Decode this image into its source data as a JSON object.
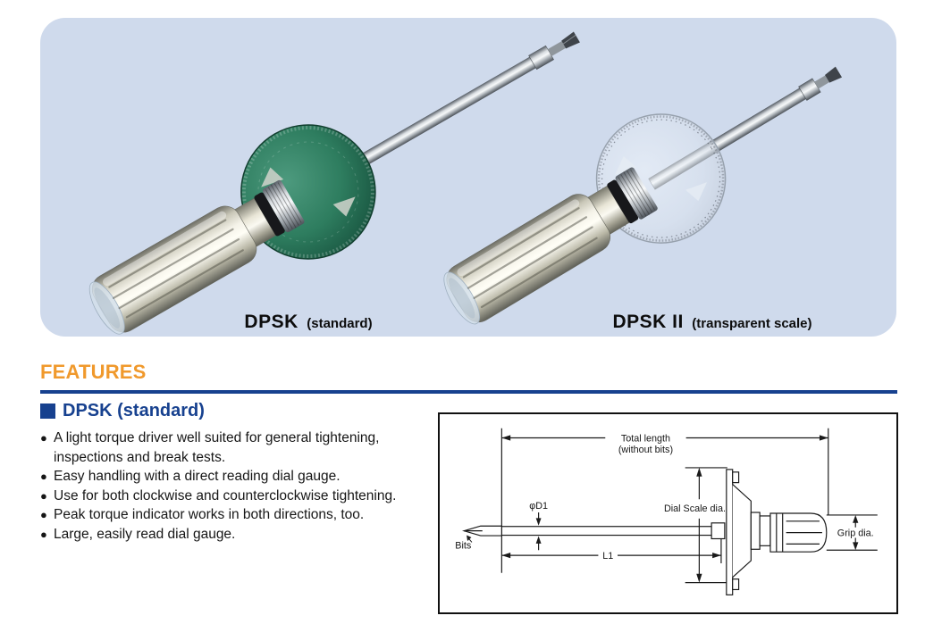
{
  "panel": {
    "products": [
      {
        "name": "DPSK",
        "variant": "(standard)"
      },
      {
        "name": "DPSK II",
        "variant": "(transparent scale)"
      }
    ]
  },
  "features": {
    "heading": "FEATURES",
    "subheading": "DPSK (standard)",
    "bullet_char": "●",
    "items": [
      "A light torque driver well suited for general tightening, inspections and break tests.",
      "Easy handling with a direct reading dial gauge.",
      "Use for both clockwise and counterclockwise tightening.",
      "Peak torque indicator works in both directions, too.",
      "Large, easily read dial gauge."
    ]
  },
  "diagram": {
    "labels": {
      "total_length_1": "Total length",
      "total_length_2": "(without bits)",
      "dial_scale": "Dial Scale dia.",
      "grip": "Grip dia.",
      "shaft_dia": "φD1",
      "shaft_len": "L1",
      "bits": "Bits"
    }
  },
  "colors": {
    "panel_bg": "#cfdaec",
    "heading_orange": "#f0992c",
    "accent_blue": "#17418f",
    "dial_green": "#2e7d5f"
  }
}
